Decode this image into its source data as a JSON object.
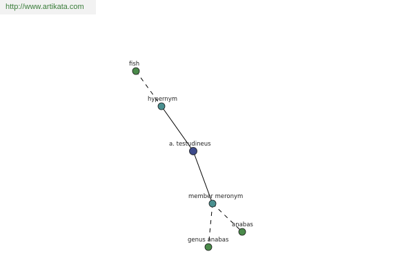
{
  "header": {
    "url": "http://www.artikata.com"
  },
  "colors": {
    "link_text": "#3a7d3a",
    "url_background": "#f2f2f2",
    "word_node": "#4a8a4a",
    "relation_node": "#4a9090",
    "center_node": "#3d4a8a",
    "edge": "#000000"
  },
  "graph": {
    "nodes": [
      {
        "id": "fish",
        "label": "fish",
        "kind": "word"
      },
      {
        "id": "hypernym",
        "label": "hypernym",
        "kind": "relation"
      },
      {
        "id": "center",
        "label": "a. testudineus",
        "kind": "center"
      },
      {
        "id": "member-meronym",
        "label": "member meronym",
        "kind": "relation"
      },
      {
        "id": "anabas",
        "label": "anabas",
        "kind": "word"
      },
      {
        "id": "genus-anabas",
        "label": "genus anabas",
        "kind": "word"
      }
    ],
    "edges": [
      {
        "from": "fish",
        "to": "hypernym",
        "style": "dashed"
      },
      {
        "from": "hypernym",
        "to": "center",
        "style": "solid"
      },
      {
        "from": "center",
        "to": "member-meronym",
        "style": "solid"
      },
      {
        "from": "member-meronym",
        "to": "anabas",
        "style": "dashed"
      },
      {
        "from": "member-meronym",
        "to": "genus-anabas",
        "style": "dashed"
      }
    ]
  }
}
